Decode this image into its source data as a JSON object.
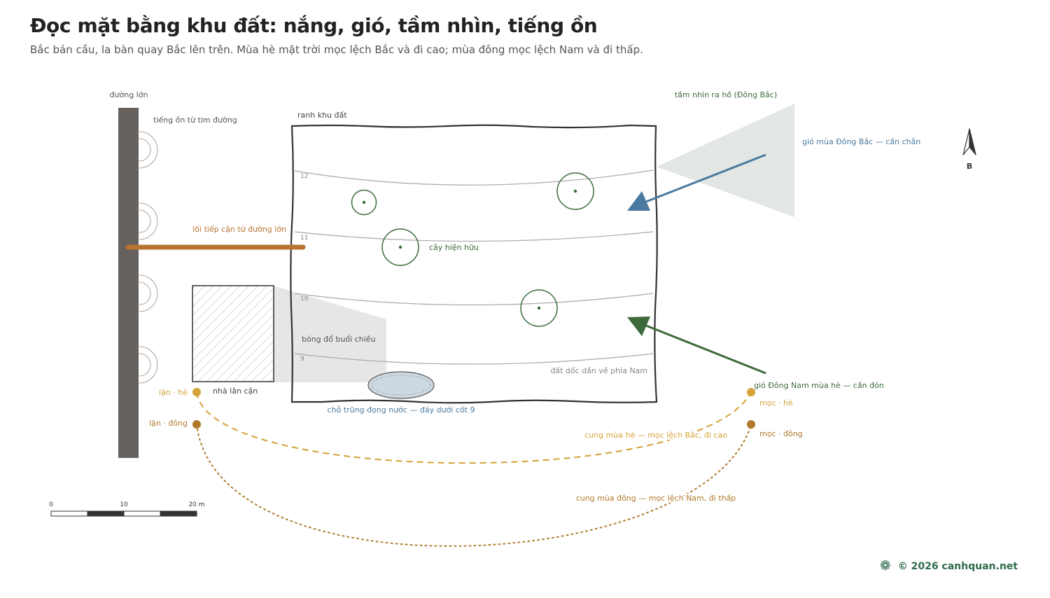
{
  "title": "Đọc mặt bằng khu đất: nắng, gió, tầm nhìn, tiếng ồn",
  "subtitle": "Bắc bán cầu, la bàn quay Bắc lên trên. Mùa hè mặt trời mọc lệch Bắc và đi cao; mùa đông mọc lệch Nam và đi thấp.",
  "labels": {
    "road": "đường lớn",
    "road_noise": "tiếng ồn từ tim đường",
    "site_boundary": "ranh khu đất",
    "view": "tầm nhìn ra hồ (Đông Bắc)",
    "ne_wind": "gió mùa Đông Bắc — cần chắn",
    "access": "lối tiếp cận từ đường lớn",
    "existing_trees": "cây hiện hữu",
    "afternoon_shadow": "bóng đổ buổi chiều",
    "neighbor": "nhà lân cận",
    "slope": "đất dốc dần về phía Nam",
    "low_point": "chỗ trũng đọng nước — đáy dưới cốt 9",
    "se_wind": "gió Đông Nam mùa hè — cần đón",
    "sunset_summer": "lặn · hè",
    "sunset_winter": "lặn · đông",
    "sunrise_summer": "mọc · hè",
    "sunrise_winter": "mọc · đông",
    "summer_arc": "cung mùa hè — mọc lệch Bắc, đi cao",
    "winter_arc": "cung mùa đông — mọc lệch Nam, đi thấp",
    "north": "B"
  },
  "contours": [
    "12",
    "11",
    "10",
    "9"
  ],
  "scale_bar": {
    "ticks": [
      "0",
      "10",
      "20 m"
    ]
  },
  "footer": {
    "text": "© 2026 canhquan.net",
    "icon": "knot-logo-icon"
  },
  "colors": {
    "road": "#66615c",
    "access": "#b87333",
    "tree": "#3a6b3a",
    "ne_wind": "#4a7aa0",
    "se_wind": "#3d6a3d",
    "summer_sun": "#d4a236",
    "winter_sun": "#b07a2a",
    "water": "#ccd9e3",
    "view_cone": "#e3e7e3",
    "shadow": "#e8e6e4",
    "brand": "#2e6b4a"
  }
}
